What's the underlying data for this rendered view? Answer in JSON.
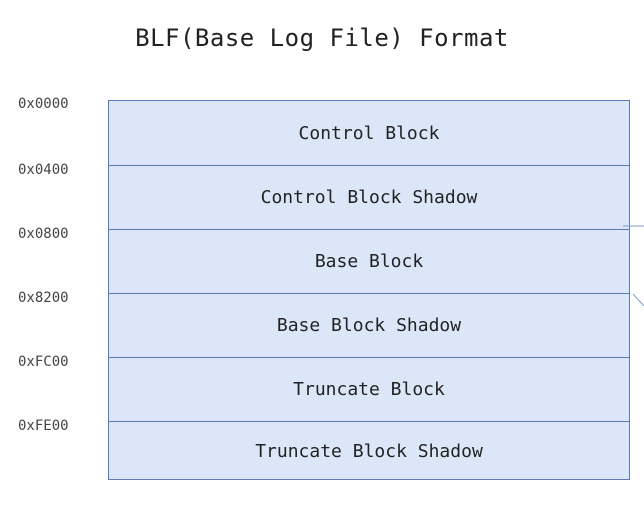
{
  "diagram": {
    "title": "BLF(Base Log File) Format",
    "offsets": [
      "0x0000",
      "0x0400",
      "0x0800",
      "0x8200",
      "0xFC00",
      "0xFE00"
    ],
    "blocks": [
      "Control Block",
      "Control Block Shadow",
      "Base Block",
      "Base Block Shadow",
      "Truncate Block",
      "Truncate Block Shadow"
    ],
    "colors": {
      "block_fill": "#dbe6f8",
      "block_border": "#5b7bb5",
      "text": "#222222"
    }
  }
}
